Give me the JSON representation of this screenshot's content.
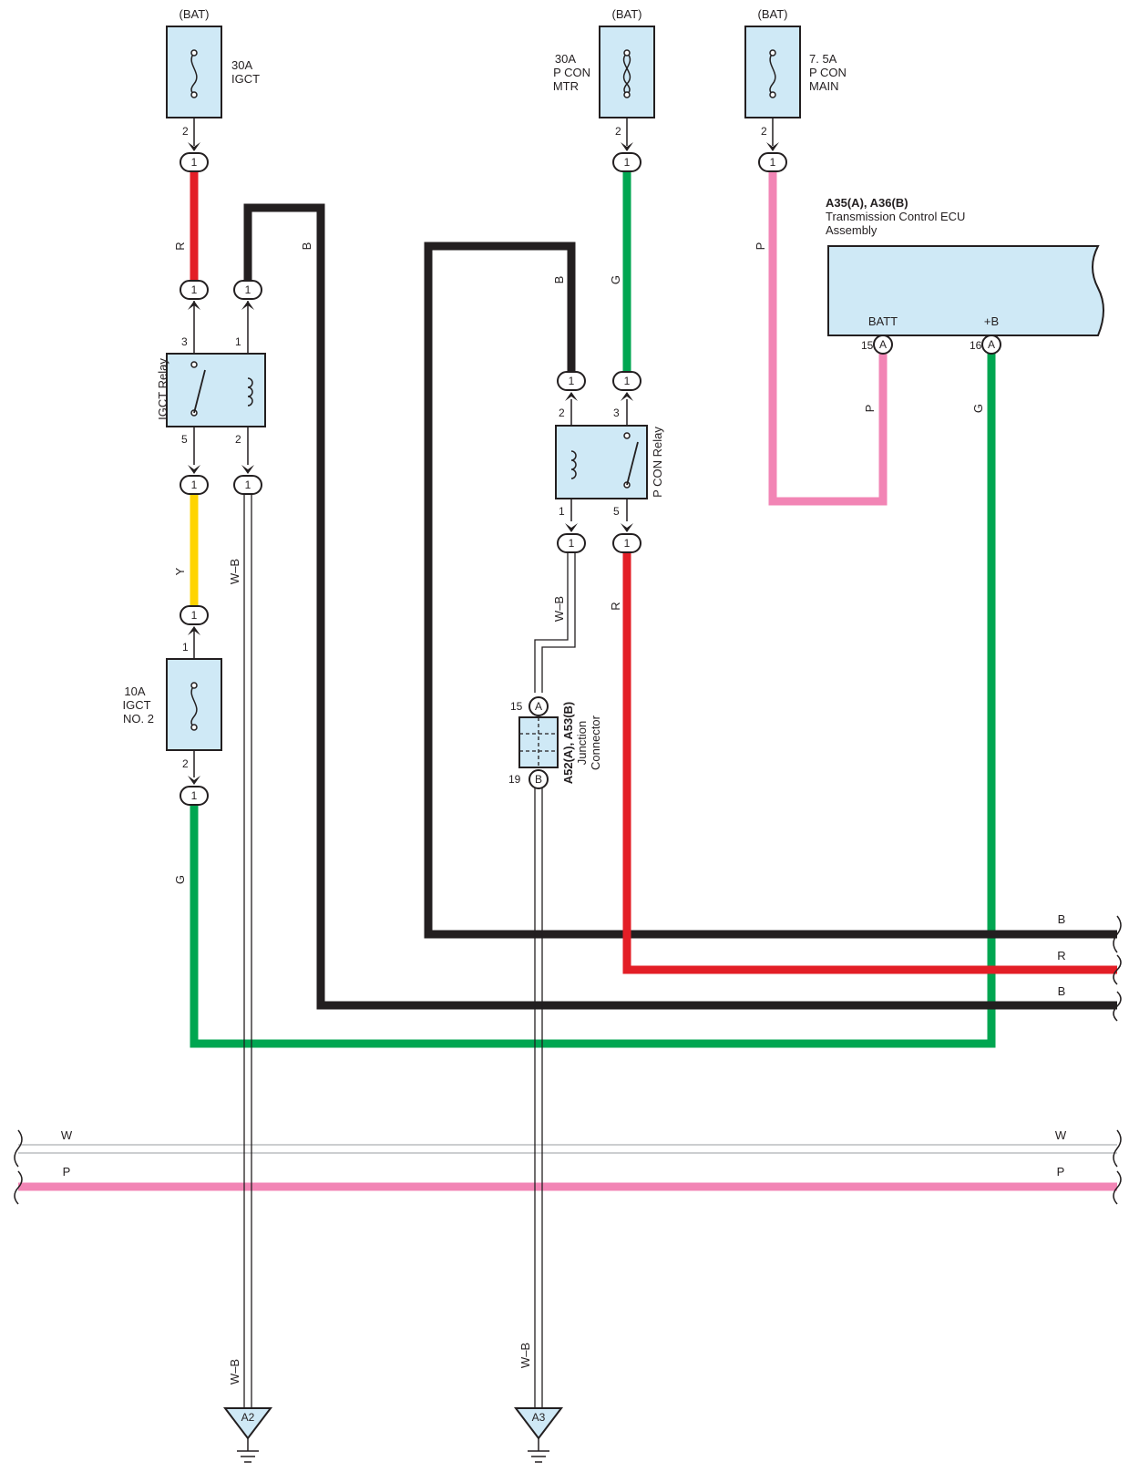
{
  "colors": {
    "red": "#e31e26",
    "black": "#231f20",
    "green": "#00a651",
    "yellow": "#ffd400",
    "pink": "#f285b5",
    "white_wire": "#bcbec0",
    "component_fill": "#cfe9f6"
  },
  "fuses": {
    "igct": {
      "source": "(BAT)",
      "label": [
        "30A",
        "IGCT"
      ],
      "pin": "2"
    },
    "pcon_mtr": {
      "source": "(BAT)",
      "label": [
        "30A",
        "P CON",
        "MTR"
      ],
      "pin": "2"
    },
    "pcon_main": {
      "source": "(BAT)",
      "label": [
        "7. 5A",
        "P CON",
        "MAIN"
      ],
      "pin": "2"
    },
    "igct_no2": {
      "label": [
        "10A",
        "IGCT",
        "NO. 2"
      ],
      "pin_top": "1",
      "pin_bottom": "2"
    }
  },
  "relays": {
    "igct": {
      "label": "IGCT Relay",
      "pins": {
        "tl": "3",
        "tr": "1",
        "bl": "5",
        "br": "2"
      }
    },
    "pcon": {
      "label": "P CON Relay",
      "pins": {
        "tl": "2",
        "tr": "3",
        "bl": "1",
        "br": "5"
      }
    }
  },
  "ecu": {
    "title": "A35(A), A36(B)",
    "name": [
      "Transmission Control ECU",
      "Assembly"
    ],
    "pins": [
      {
        "name": "BATT",
        "number": "15",
        "connector": "A"
      },
      {
        "name": "+B",
        "number": "16",
        "connector": "A"
      }
    ]
  },
  "junction": {
    "title": "A52(A), A53(B)",
    "name": [
      "Junction",
      "Connector"
    ],
    "top": {
      "number": "15",
      "connector": "A"
    },
    "bottom": {
      "number": "19",
      "connector": "B"
    }
  },
  "connector_label": "1",
  "wire_labels": {
    "r": "R",
    "b": "B",
    "g": "G",
    "p": "P",
    "y": "Y",
    "wb": "W–B",
    "w": "W"
  },
  "grounds": [
    "A2",
    "A3"
  ]
}
